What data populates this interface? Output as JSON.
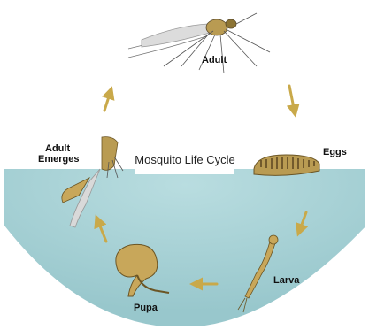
{
  "diagram": {
    "title": "Mosquito Life Cycle",
    "stages": {
      "adult": "Adult",
      "eggs": "Eggs",
      "larva": "Larva",
      "pupa": "Pupa",
      "adult_emerges_line1": "Adult",
      "adult_emerges_line2": "Emerges"
    },
    "colors": {
      "water": "#a9d2d6",
      "arrow": "#c9a94a",
      "insect": "#b99b52"
    }
  }
}
